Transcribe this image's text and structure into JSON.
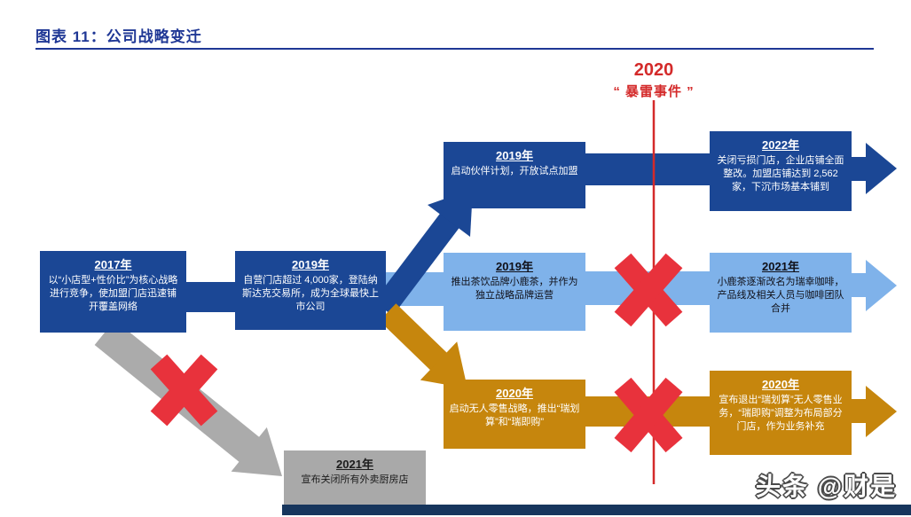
{
  "title": "图表 11：公司战略变迁",
  "event_marker": {
    "year": "2020",
    "label": "“ 暴雷事件 ”"
  },
  "watermark": "头条 @财是",
  "colors": {
    "title_blue": "#1F3795",
    "dark_blue_box": "#1B4795",
    "light_blue_box": "#7FB2EA",
    "orange_box": "#C6860D",
    "gray_box": "#A9A9A9",
    "red_line": "#D42A2A",
    "red_x": "#E8323C",
    "footer_navy": "#17365D"
  },
  "boxes": {
    "b2017": {
      "year": "2017年",
      "body": "以“小店型+性价比”为核心战略进行竞争，使加盟门店迅速铺开覆盖网络"
    },
    "b2019_main": {
      "year": "2019年",
      "body": "自营门店超过 4,000家，登陆纳斯达克交易所，成为全球最快上市公司"
    },
    "b2019_top": {
      "year": "2019年",
      "body": "启动伙伴计划，开放试点加盟"
    },
    "b2022": {
      "year": "2022年",
      "body": "关闭亏损门店，企业店铺全面整改。加盟店铺达到 2,562家，下沉市场基本铺到"
    },
    "b2019_tea": {
      "year": "2019年",
      "body": "推出茶饮品牌小鹿茶，并作为独立战略品牌运营"
    },
    "b2021_tea": {
      "year": "2021年",
      "body": "小鹿茶逐渐改名为瑞幸咖啡，产品线及相关人员与咖啡团队合并"
    },
    "b2020_retail": {
      "year": "2020年",
      "body": "启动无人零售战略，推出“瑞划算”和“瑞即购”"
    },
    "b2020_exit": {
      "year": "2020年",
      "body": "宣布退出“瑞划算”无人零售业务，“瑞即购”调整为布局部分门店，作为业务补充"
    },
    "b2021_kitchen": {
      "year": "2021年",
      "body": "宣布关闭所有外卖厨房店"
    }
  }
}
